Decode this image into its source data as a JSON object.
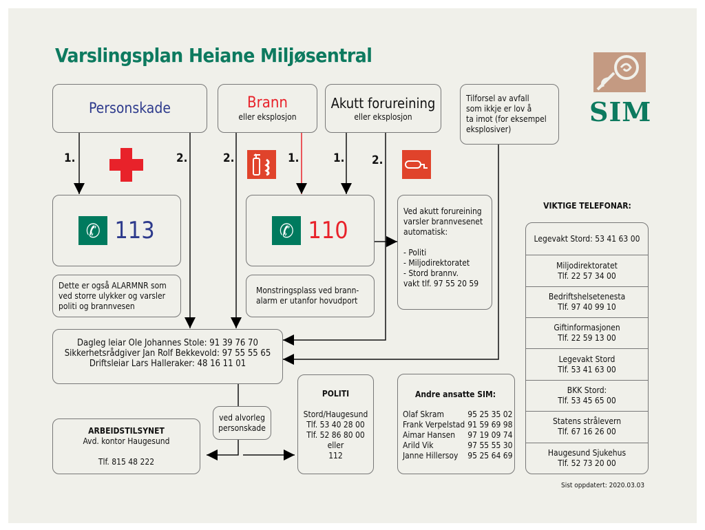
{
  "title": "Varslingsplan Heiane Miljøsentral",
  "logo": {
    "text": "SIM",
    "color": "#0d7a5f",
    "mark_color": "#c49a82"
  },
  "colors": {
    "green": "#0d7a5f",
    "red": "#e8222a",
    "blue": "#2d3a8c"
  },
  "categories": {
    "personskade": "Personskade",
    "brann": {
      "title": "Brann",
      "sub": "eller eksplosjon"
    },
    "akutt": {
      "title": "Akutt forureining",
      "sub": "eller eksplosjon"
    },
    "tilforsel": [
      "Tilforsel av avfall",
      "som ikkje er lov å",
      "ta imot (for eksempel",
      "eksplosiver)"
    ]
  },
  "steps": {
    "one": "1.",
    "two": "2."
  },
  "emergency": {
    "medical": "113",
    "fire": "110"
  },
  "notes": {
    "alarm": [
      "Dette er også ALARMNR som",
      "ved storre ulykker og varsler",
      "politi og brannvesen"
    ],
    "monstring": [
      "Monstringsplass ved brann-",
      "alarm er utanfor hovudport"
    ],
    "akutt": [
      "Ved akutt forureining",
      "varsler brannvesenet",
      "automatisk:",
      "",
      "- Politi",
      "- Miljodirektoratet",
      "- Stord brannv.",
      "vakt tlf. 97 55 20 59"
    ]
  },
  "management": [
    "Dagleg leiar Ole Johannes Stole: 91 39 76 70",
    "Sikkerhetsrådgiver Jan Rolf Bekkevold: 97 55 55 65",
    "Driftsleiar Lars Halleraker: 48 16 11 01"
  ],
  "severe": [
    "ved alvorleg",
    "personskade"
  ],
  "arbeidstilsynet": {
    "title": "ARBEIDSTILSYNET",
    "office": "Avd. kontor Haugesund",
    "phone": "Tlf. 815 48 222"
  },
  "politi": {
    "title": "POLITI",
    "lines": [
      "Stord/Haugesund",
      "Tlf. 53 40 28 00",
      "Tlf. 52 86 80 00",
      "eller",
      "112"
    ]
  },
  "staff": {
    "title": "Andre ansatte SIM:",
    "people": [
      {
        "name": "Olaf Skram",
        "phone": "95 25 35 02"
      },
      {
        "name": "Frank Verpelstad",
        "phone": "91 59 69 98"
      },
      {
        "name": "Aimar Hansen",
        "phone": "97 19 09 74"
      },
      {
        "name": "Arild Vik",
        "phone": "97 55 55 30"
      },
      {
        "name": "Janne Hillersoy",
        "phone": "95 25 64 69"
      }
    ]
  },
  "important": {
    "title": "VIKTIGE TELEFONAR:",
    "rows": [
      [
        "Legevakt Stord: 53 41 63 00"
      ],
      [
        "Miljodirektoratet",
        "Tlf. 22 57 34 00"
      ],
      [
        "Bedriftshelsetenesta",
        "Tlf. 97 40 99 10"
      ],
      [
        "Giftinformasjonen",
        "Tlf. 22 59 13 00"
      ],
      [
        "Legevakt Stord",
        "Tlf. 53 41 63 00"
      ],
      [
        "BKK Stord:",
        "Tlf. 53 45 65 00"
      ],
      [
        "Statens strålevern",
        "Tlf. 67 16 26 00"
      ],
      [
        "Haugesund Sjukehus",
        "Tlf. 52 73 20 00"
      ]
    ]
  },
  "updated": "Sist oppdatert: 2020.03.03"
}
